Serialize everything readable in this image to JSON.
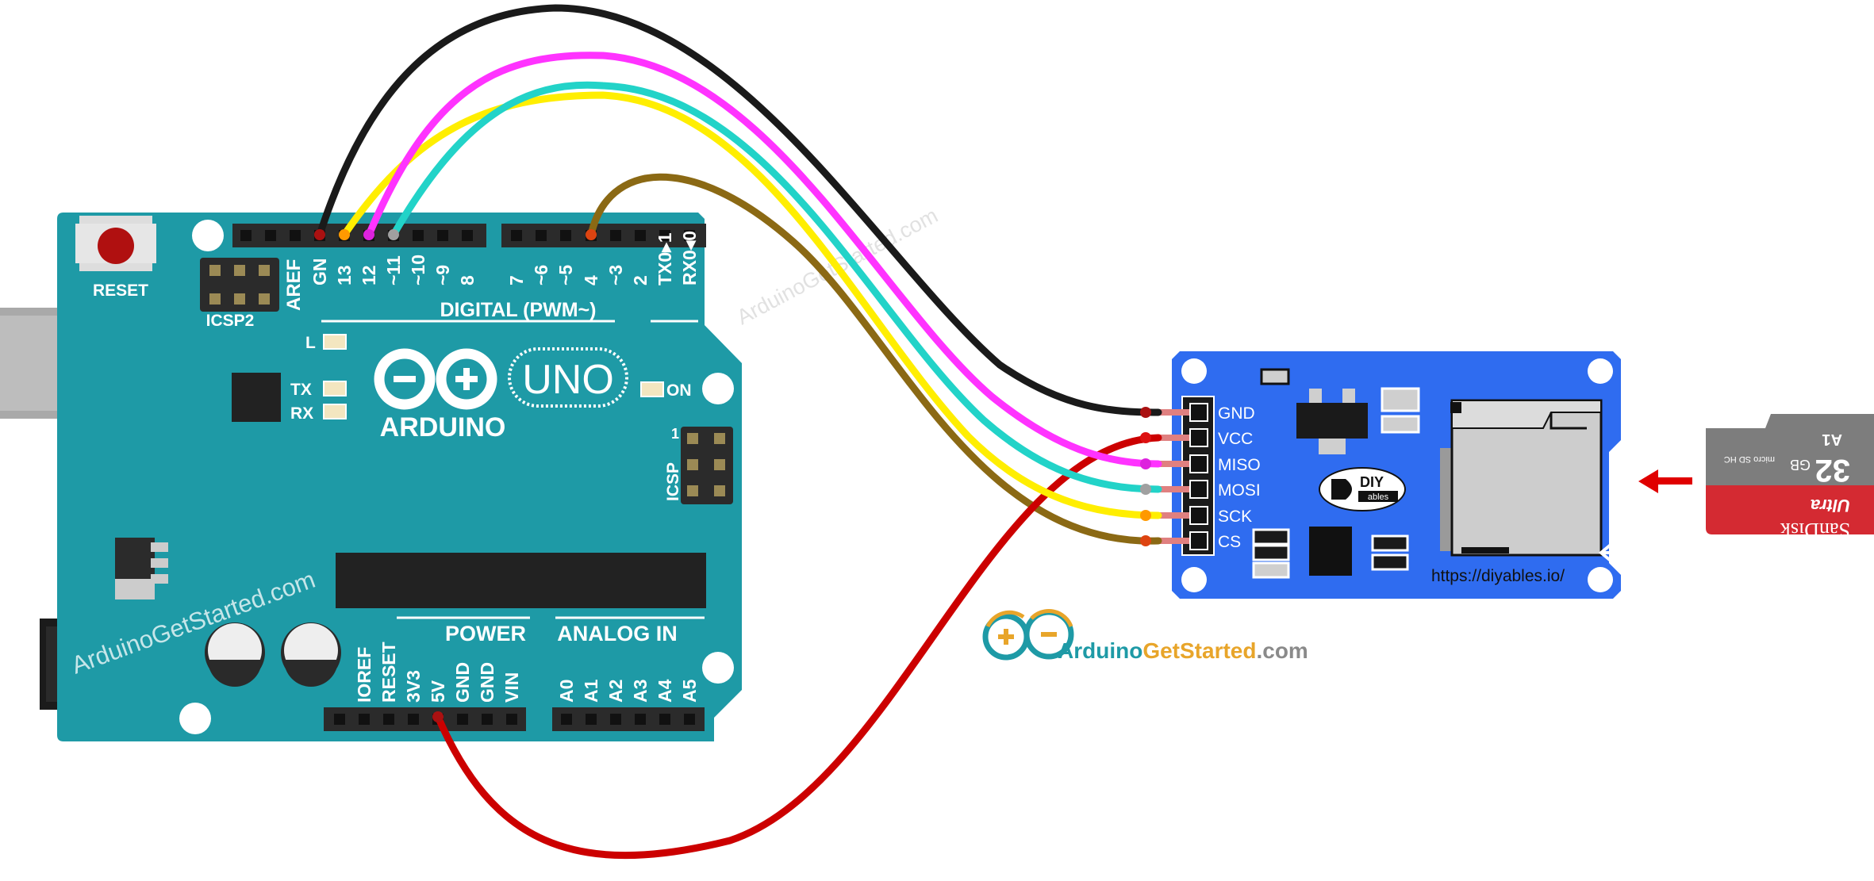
{
  "arduino": {
    "reset_label": "RESET",
    "icsp2_label": "ICSP2",
    "icsp_label": "ICSP",
    "icsp_pin1": "1",
    "aref_label": "AREF",
    "digital_label": "DIGITAL (PWM~)",
    "digital_pins": [
      "GN",
      "13",
      "12",
      "~11",
      "~10",
      "~9",
      "8",
      "7",
      "~6",
      "~5",
      "4",
      "~3",
      "2",
      "TX0▸1",
      "RX0◂0"
    ],
    "led_l": "L",
    "led_tx": "TX",
    "led_rx": "RX",
    "led_on": "ON",
    "brand": "ARDUINO",
    "model": "UNO",
    "power_label": "POWER",
    "analog_label": "ANALOG IN",
    "power_pins": [
      "IOREF",
      "RESET",
      "3V3",
      "5V",
      "GND",
      "GND",
      "VIN"
    ],
    "analog_pins": [
      "A0",
      "A1",
      "A2",
      "A3",
      "A4",
      "A5"
    ]
  },
  "module": {
    "pins": [
      "GND",
      "VCC",
      "MISO",
      "MOSI",
      "SCK",
      "CS"
    ],
    "logo_top": "DIY",
    "logo_bottom": "ables",
    "url": "https://diyables.io/"
  },
  "sdcard": {
    "brand": "SanDisk",
    "line": "Ultra",
    "capacity": "32",
    "unit": "GB",
    "speed": "A1",
    "type": "micro SD HC"
  },
  "watermarks": {
    "text": "ArduinoGetStarted.com"
  },
  "logo": {
    "part1": "Arduino",
    "part2": "Get",
    "part3": "Started",
    "part4": ".com"
  },
  "wires": [
    {
      "from": "GN",
      "to": "GND",
      "color": "#1a1a1a"
    },
    {
      "from": "12",
      "to": "MISO",
      "color": "#ff33ff"
    },
    {
      "from": "~11",
      "to": "MOSI",
      "color": "#22d3c8"
    },
    {
      "from": "13",
      "to": "SCK",
      "color": "#ffee00"
    },
    {
      "from": "4",
      "to": "CS",
      "color": "#8b6914"
    },
    {
      "from": "5V",
      "to": "VCC",
      "color": "#cc0000"
    }
  ],
  "colors": {
    "board": "#1e9aa6",
    "module": "#2f6cf0",
    "arrow": "#e00000"
  }
}
